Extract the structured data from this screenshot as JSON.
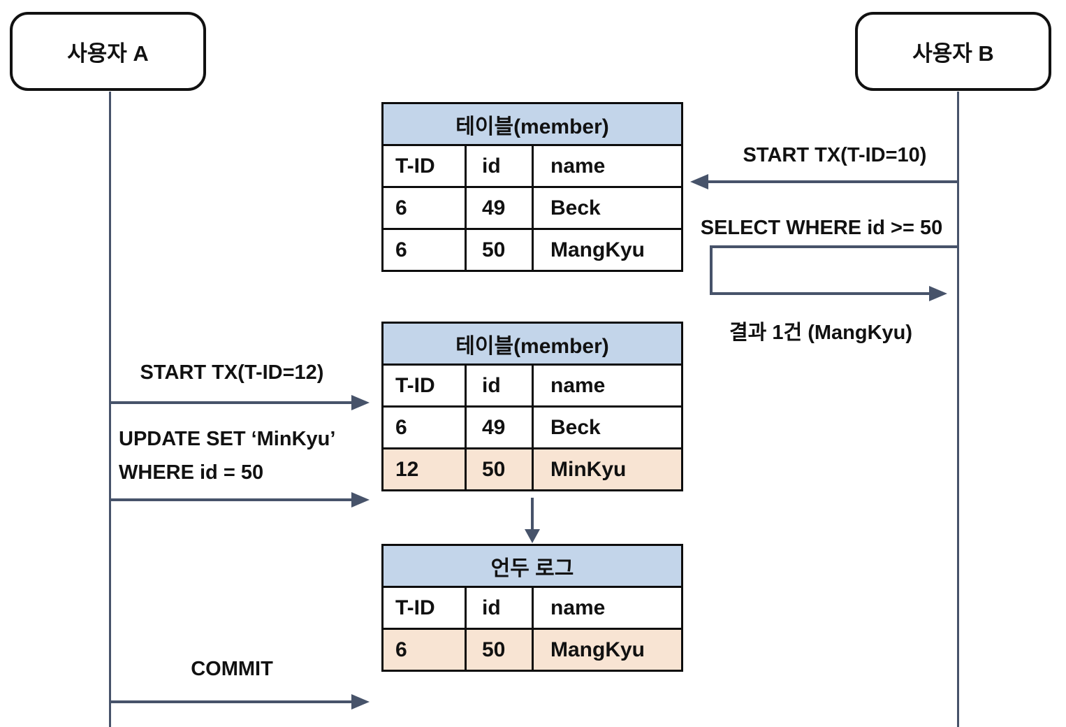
{
  "actors": {
    "user_a": "사용자 A",
    "user_b": "사용자 B"
  },
  "tables": {
    "member_v1": {
      "title": "테이블(member)",
      "headers": [
        "T-ID",
        "id",
        "name"
      ],
      "rows": [
        [
          "6",
          "49",
          "Beck"
        ],
        [
          "6",
          "50",
          "MangKyu"
        ]
      ]
    },
    "member_v2": {
      "title": "테이블(member)",
      "headers": [
        "T-ID",
        "id",
        "name"
      ],
      "rows": [
        [
          "6",
          "49",
          "Beck"
        ],
        [
          "12",
          "50",
          "MinKyu"
        ]
      ]
    },
    "undo_log": {
      "title": "언두 로그",
      "headers": [
        "T-ID",
        "id",
        "name"
      ],
      "rows": [
        [
          "6",
          "50",
          "MangKyu"
        ]
      ]
    }
  },
  "messages": {
    "start_tx_a": "START TX(T-ID=12)",
    "update_line1": "UPDATE SET ‘MinKyu’",
    "update_line2": "WHERE id = 50",
    "commit": "COMMIT",
    "start_tx_b": "START TX(T-ID=10)",
    "select": "SELECT WHERE id >= 50",
    "result": "결과 1건 (MangKyu)"
  },
  "colors": {
    "table_title_bg": "#c3d5ea",
    "highlight_row_bg": "#f8e4d3",
    "arrow": "#47536a",
    "table_border": "#0d0d0d",
    "text": "#111111"
  }
}
